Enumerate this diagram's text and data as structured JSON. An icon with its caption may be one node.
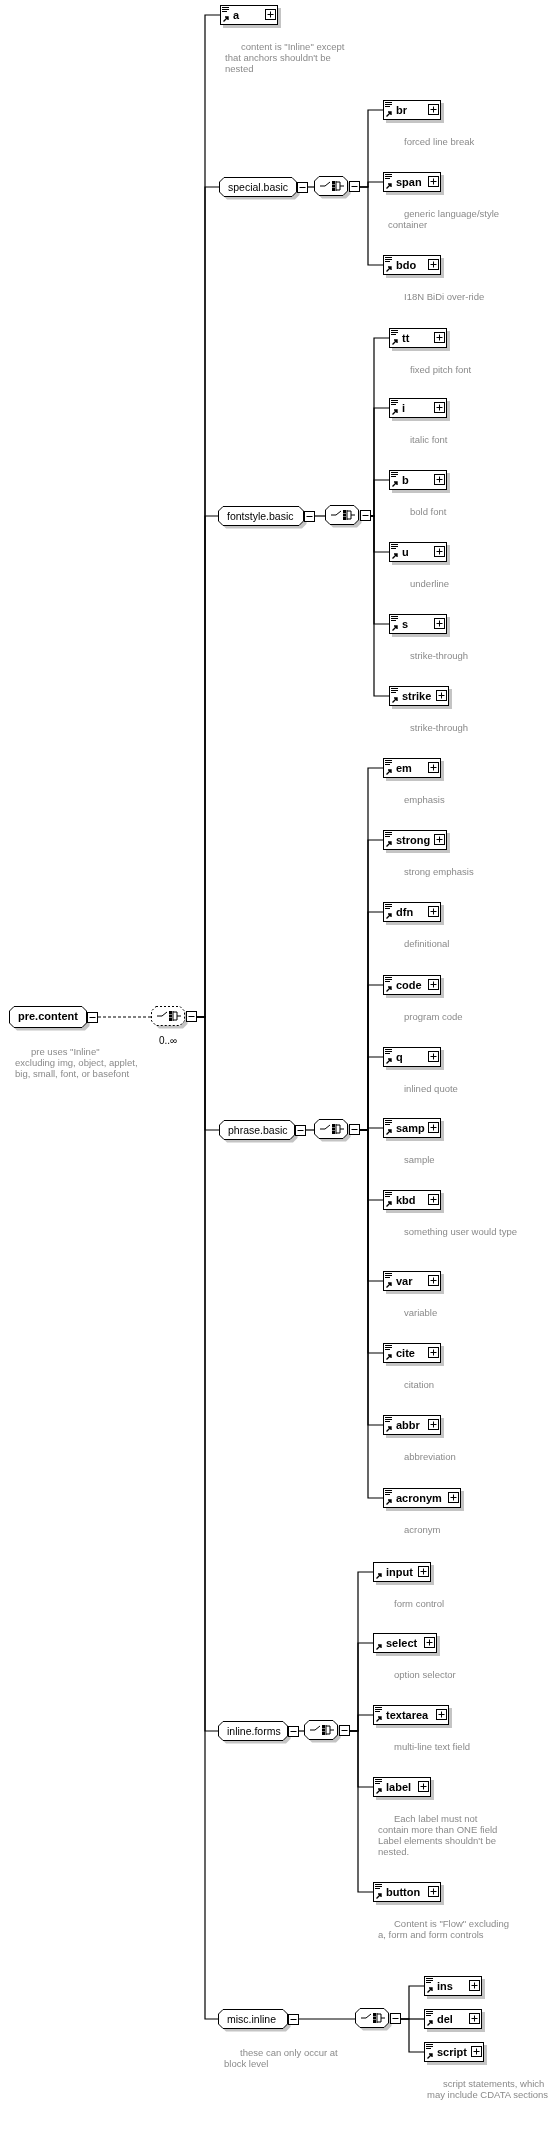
{
  "diagram": {
    "nodes": [
      {
        "text": [
          "pre.content"
        ],
        "beside": [
          "pre uses \"Inline\" excluding img, object, applet, big, small, font, or basefont"
        ]
      },
      {
        "text": [],
        "shape": "octagon",
        "beside": [
          "0..∞"
        ]
      },
      {
        "text": [
          "a"
        ],
        "beside": [
          "content is \"Inline\" except that anchors shouldn't be nested"
        ]
      },
      {
        "text": [
          "special.basic"
        ]
      },
      {
        "text": [],
        "shape": "octagon"
      },
      {
        "text": [
          "br"
        ],
        "beside": [
          "forced line break"
        ]
      },
      {
        "text": [
          "span"
        ],
        "beside": [
          "generic language/style container"
        ]
      },
      {
        "text": [
          "bdo"
        ],
        "beside": [
          "I18N BiDi over-ride"
        ]
      },
      {
        "text": [
          "fontstyle.basic"
        ]
      },
      {
        "text": [],
        "shape": "octagon"
      },
      {
        "text": [
          "tt"
        ],
        "beside": [
          "fixed pitch font"
        ]
      },
      {
        "text": [
          "i"
        ],
        "beside": [
          "italic font"
        ]
      },
      {
        "text": [
          "b"
        ],
        "beside": [
          "bold font"
        ]
      },
      {
        "text": [
          "u"
        ],
        "beside": [
          "underline"
        ]
      },
      {
        "text": [
          "s"
        ],
        "beside": [
          "strike-through"
        ]
      },
      {
        "text": [
          "strike"
        ],
        "beside": [
          "strike-through"
        ]
      },
      {
        "text": [
          "phrase.basic"
        ]
      },
      {
        "text": [],
        "shape": "octagon"
      },
      {
        "text": [
          "em"
        ],
        "beside": [
          "emphasis"
        ]
      },
      {
        "text": [
          "strong"
        ],
        "beside": [
          "strong emphasis"
        ]
      },
      {
        "text": [
          "dfn"
        ],
        "beside": [
          "definitional"
        ]
      },
      {
        "text": [
          "code"
        ],
        "beside": [
          "program code"
        ]
      },
      {
        "text": [
          "q"
        ],
        "beside": [
          "inlined quote"
        ]
      },
      {
        "text": [
          "samp"
        ],
        "beside": [
          "sample"
        ]
      },
      {
        "text": [
          "kbd"
        ],
        "beside": [
          "something user would type"
        ]
      },
      {
        "text": [
          "var"
        ],
        "beside": [
          "variable"
        ]
      },
      {
        "text": [
          "cite"
        ],
        "beside": [
          "citation"
        ]
      },
      {
        "text": [
          "abbr"
        ],
        "beside": [
          "abbreviation"
        ]
      },
      {
        "text": [
          "acronym"
        ],
        "beside": [
          "acronym"
        ]
      },
      {
        "text": [
          "inline.forms"
        ]
      },
      {
        "text": [],
        "shape": "octagon"
      },
      {
        "text": [
          "input"
        ],
        "beside": [
          "form control"
        ]
      },
      {
        "text": [
          "select"
        ],
        "beside": [
          "option selector"
        ]
      },
      {
        "text": [
          "textarea"
        ],
        "beside": [
          "multi-line text field"
        ]
      },
      {
        "text": [
          "label"
        ],
        "beside": [
          "Each label must not contain more than ONE field Label elements shouldn't be nested."
        ]
      },
      {
        "text": [
          "button"
        ],
        "beside": [
          "Content is \"Flow\" excluding a, form and form controls"
        ]
      },
      {
        "text": [
          "misc.inline"
        ],
        "beside": [
          "these can only occur at block level"
        ]
      },
      {
        "text": [],
        "shape": "octagon"
      },
      {
        "text": [
          "ins"
        ]
      },
      {
        "text": [
          "del"
        ]
      },
      {
        "text": [
          "script"
        ],
        "beside": [
          "script statements, which may include CDATA sections"
        ]
      }
    ],
    "edges": [
      {
        "from": 0,
        "to": 1,
        "arrow": "none",
        "style": "dashed"
      },
      {
        "from": 1,
        "to": 2,
        "arrow": "none"
      },
      {
        "from": 1,
        "to": 3,
        "arrow": "none"
      },
      {
        "from": 3,
        "to": 4,
        "arrow": "none"
      },
      {
        "from": 4,
        "to": 5,
        "arrow": "none"
      },
      {
        "from": 4,
        "to": 6,
        "arrow": "none"
      },
      {
        "from": 4,
        "to": 7,
        "arrow": "none"
      },
      {
        "from": 1,
        "to": 8,
        "arrow": "none"
      },
      {
        "from": 8,
        "to": 9,
        "arrow": "none"
      },
      {
        "from": 9,
        "to": 10,
        "arrow": "none"
      },
      {
        "from": 9,
        "to": 11,
        "arrow": "none"
      },
      {
        "from": 9,
        "to": 12,
        "arrow": "none"
      },
      {
        "from": 9,
        "to": 13,
        "arrow": "none"
      },
      {
        "from": 9,
        "to": 14,
        "arrow": "none"
      },
      {
        "from": 9,
        "to": 15,
        "arrow": "none"
      },
      {
        "from": 1,
        "to": 16,
        "arrow": "none"
      },
      {
        "from": 16,
        "to": 17,
        "arrow": "none"
      },
      {
        "from": 17,
        "to": 18,
        "arrow": "none"
      },
      {
        "from": 17,
        "to": 19,
        "arrow": "none"
      },
      {
        "from": 17,
        "to": 20,
        "arrow": "none"
      },
      {
        "from": 17,
        "to": 21,
        "arrow": "none"
      },
      {
        "from": 17,
        "to": 22,
        "arrow": "none"
      },
      {
        "from": 17,
        "to": 23,
        "arrow": "none"
      },
      {
        "from": 17,
        "to": 24,
        "arrow": "none"
      },
      {
        "from": 17,
        "to": 25,
        "arrow": "none"
      },
      {
        "from": 17,
        "to": 26,
        "arrow": "none"
      },
      {
        "from": 17,
        "to": 27,
        "arrow": "none"
      },
      {
        "from": 17,
        "to": 28,
        "arrow": "none"
      },
      {
        "from": 1,
        "to": 29,
        "arrow": "none"
      },
      {
        "from": 29,
        "to": 30,
        "arrow": "none"
      },
      {
        "from": 30,
        "to": 31,
        "arrow": "none"
      },
      {
        "from": 30,
        "to": 32,
        "arrow": "none"
      },
      {
        "from": 30,
        "to": 33,
        "arrow": "none"
      },
      {
        "from": 30,
        "to": 34,
        "arrow": "none"
      },
      {
        "from": 30,
        "to": 35,
        "arrow": "none"
      },
      {
        "from": 1,
        "to": 36,
        "arrow": "none"
      },
      {
        "from": 36,
        "to": 37,
        "arrow": "none"
      },
      {
        "from": 37,
        "to": 38,
        "arrow": "none"
      },
      {
        "from": 37,
        "to": 39,
        "arrow": "none"
      },
      {
        "from": 37,
        "to": 40,
        "arrow": "none"
      }
    ]
  }
}
